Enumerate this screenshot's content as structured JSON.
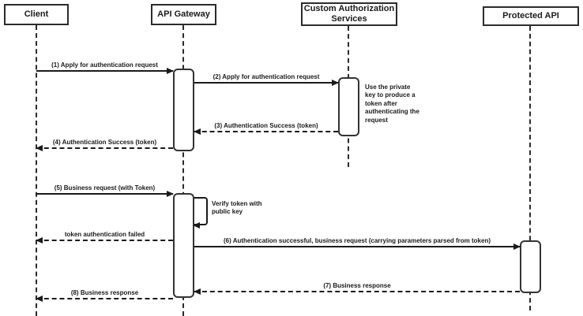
{
  "diagram": {
    "type": "sequence-diagram",
    "colors": {
      "line": "#1a1a1a",
      "background": "#ffffff"
    },
    "participants": [
      {
        "name": "Client"
      },
      {
        "name": "API Gateway"
      },
      {
        "name": "Custom Authorization Services"
      },
      {
        "name": "Protected API"
      }
    ],
    "messages": [
      {
        "label": "(1) Apply for authentication request",
        "from": "Client",
        "to": "API Gateway",
        "line": "solid"
      },
      {
        "label": "(2) Apply for authentication request",
        "from": "API Gateway",
        "to": "Custom Authorization Services",
        "line": "solid"
      },
      {
        "label": "(3) Authentication Success (token)",
        "from": "Custom Authorization Services",
        "to": "API Gateway",
        "line": "dashed"
      },
      {
        "label": "(4) Authentication Success (token)",
        "from": "API Gateway",
        "to": "Client",
        "line": "dashed"
      },
      {
        "label": "(5) Business request (with Token)",
        "from": "Client",
        "to": "API Gateway",
        "line": "solid"
      },
      {
        "label": "token authentication failed",
        "from": "API Gateway",
        "to": "Client",
        "line": "dashed"
      },
      {
        "label": "(6) Authentication successful, business request (carrying parameters parsed from token)",
        "from": "API Gateway",
        "to": "Protected API",
        "line": "solid"
      },
      {
        "label": "(7) Business response",
        "from": "Protected API",
        "to": "API Gateway",
        "line": "dashed"
      },
      {
        "label": "(8) Business response",
        "from": "API Gateway",
        "to": "Client",
        "line": "dashed"
      }
    ],
    "notes": [
      {
        "label": "Use the private key to produce a token after authenticating the request",
        "attached_to": "Custom Authorization Services"
      },
      {
        "label": "Verify token with public key",
        "attached_to": "API Gateway"
      }
    ]
  }
}
